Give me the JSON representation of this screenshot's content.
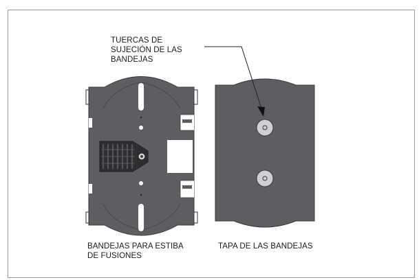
{
  "callout": {
    "line1": "TUERCAS DE",
    "line2": "SUJECIÓN DE LAS",
    "line3": "BANDEJAS"
  },
  "captions": {
    "trays_line1": "BANDEJAS PARA ESTIBA",
    "trays_line2": "DE FUSIONES",
    "cover": "TAPA DE LAS BANDEJAS"
  },
  "colors": {
    "tray_fill": "#5e5e62",
    "tray_outline": "#3a3a3c",
    "cut_fill": "#ffffff",
    "frame": "#8a8a8a"
  }
}
